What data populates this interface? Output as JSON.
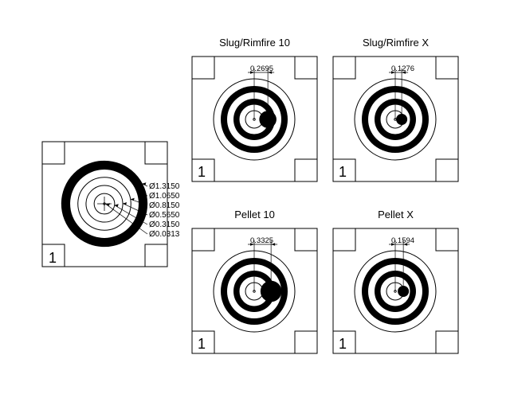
{
  "colors": {
    "ink": "#000000",
    "paper": "#ffffff"
  },
  "main_target": {
    "number": "1",
    "diameters": [
      {
        "value": 1.315,
        "label": "Ø1.3150",
        "style": "ring"
      },
      {
        "value": 1.065,
        "label": "Ø1.0650",
        "style": "filled"
      },
      {
        "value": 0.815,
        "label": "Ø0.8150",
        "style": "ring"
      },
      {
        "value": 0.565,
        "label": "Ø0.5650",
        "style": "ring"
      },
      {
        "value": 0.315,
        "label": "Ø0.3150",
        "style": "ring"
      },
      {
        "value": 0.0313,
        "label": "Ø0.0313",
        "style": "dot"
      }
    ]
  },
  "variants": [
    {
      "title": "Slug/Rimfire 10",
      "number": "1",
      "offset_label": "0.2695",
      "offset": 0.2695
    },
    {
      "title": "Slug/Rimfire X",
      "number": "1",
      "offset_label": "0.1276",
      "offset": 0.1276
    },
    {
      "title": "Pellet 10",
      "number": "1",
      "offset_label": "0.3325",
      "offset": 0.3325
    },
    {
      "title": "Pellet X",
      "number": "1",
      "offset_label": "0.1594",
      "offset": 0.1594
    }
  ]
}
